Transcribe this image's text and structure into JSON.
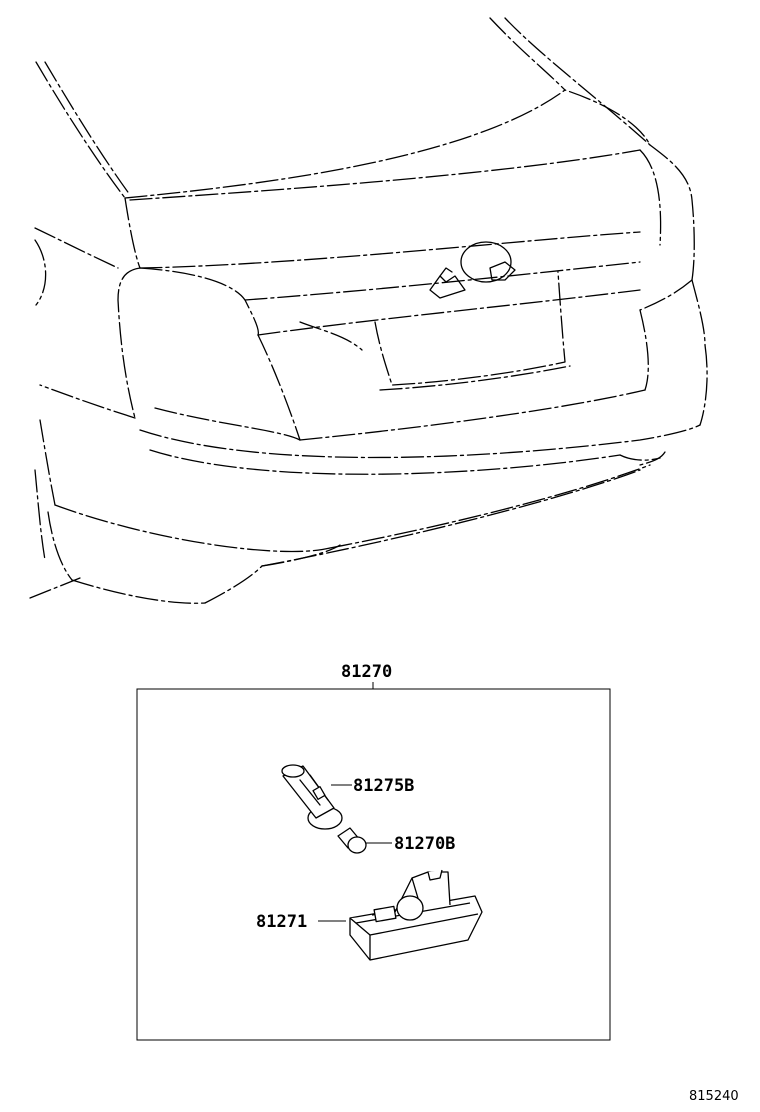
{
  "diagram": {
    "assembly_label": "81270",
    "parts": [
      {
        "number": "81275B",
        "description_icon": "lamp-socket-icon"
      },
      {
        "number": "81270B",
        "description_icon": "bulb-icon"
      },
      {
        "number": "81271",
        "description_icon": "lamp-lens-housing-icon"
      }
    ],
    "illustration_code": "815240"
  }
}
